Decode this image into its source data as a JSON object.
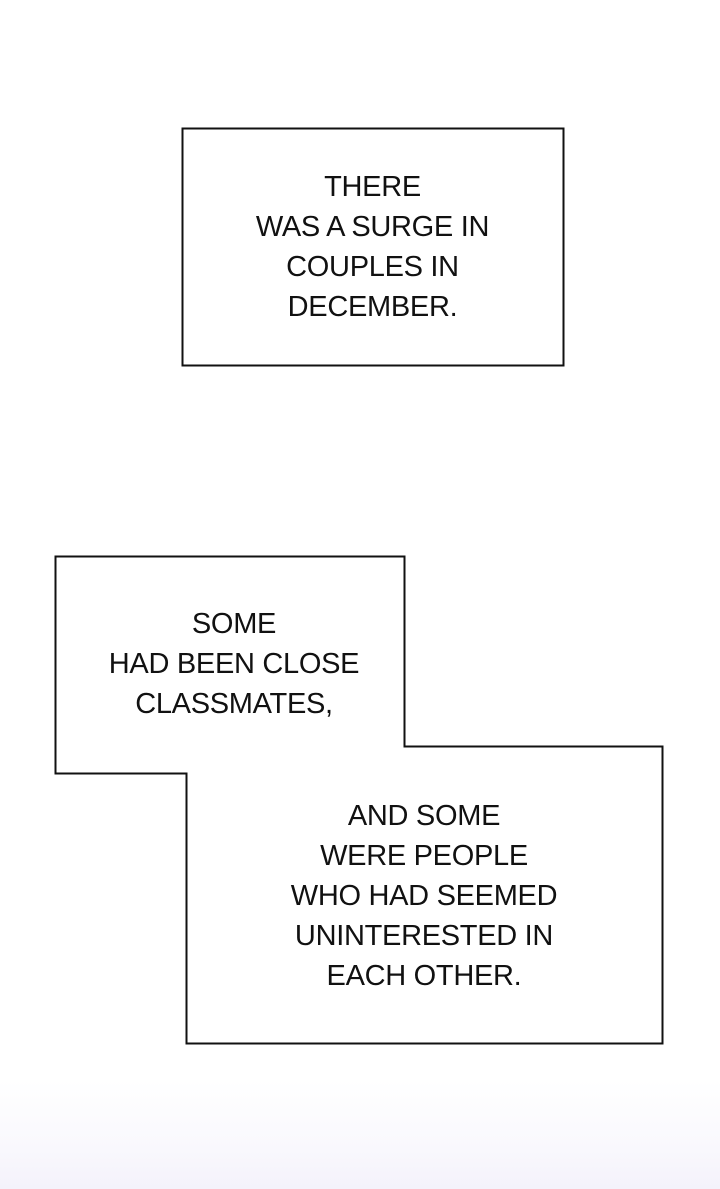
{
  "captions": [
    {
      "lines": [
        "THERE",
        "WAS A SURGE IN",
        "COUPLES IN",
        "DECEMBER."
      ]
    },
    {
      "lines": [
        "SOME",
        "HAD BEEN CLOSE",
        "CLASSMATES,"
      ]
    },
    {
      "lines": [
        "AND SOME",
        "WERE PEOPLE",
        "WHO HAD SEEMED",
        "UNINTERESTED IN",
        "EACH OTHER."
      ]
    }
  ]
}
